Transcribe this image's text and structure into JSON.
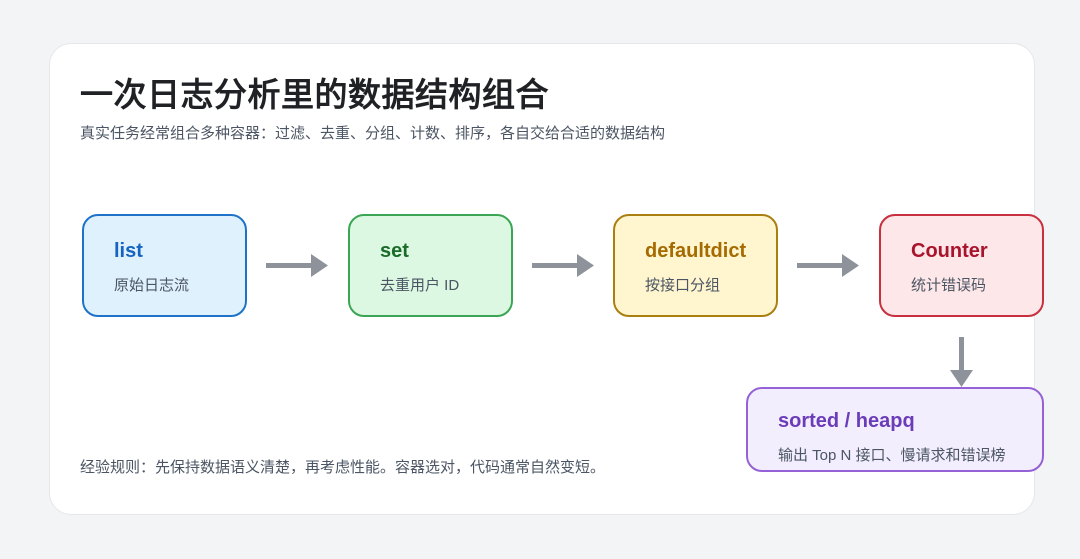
{
  "title": "一次日志分析里的数据结构组合",
  "subtitle": "真实任务经常组合多种容器：过滤、去重、分组、计数、排序，各自交给合适的数据结构",
  "nodes": [
    {
      "label": "list",
      "desc": "原始日志流",
      "text_color": "#1565c0",
      "border_color": "#1e73c8",
      "fill_color": "#dff1fd"
    },
    {
      "label": "set",
      "desc": "去重用户 ID",
      "text_color": "#1b6b2a",
      "border_color": "#3aa655",
      "fill_color": "#dcf8e2"
    },
    {
      "label": "defaultdict",
      "desc": "按接口分组",
      "text_color": "#a56a00",
      "border_color": "#a97f10",
      "fill_color": "#fff6cf"
    },
    {
      "label": "Counter",
      "desc": "统计错误码",
      "text_color": "#a8142c",
      "border_color": "#c8303f",
      "fill_color": "#fde7e9"
    },
    {
      "label": "sorted / heapq",
      "desc": "输出 Top N 接口、慢请求和错误榜",
      "text_color": "#6a3cb8",
      "border_color": "#9561d6",
      "fill_color": "#f3eefe"
    }
  ],
  "arrow_color": "#8e939b",
  "footer": "经验规则：先保持数据语义清楚，再考虑性能。容器选对，代码通常自然变短。"
}
